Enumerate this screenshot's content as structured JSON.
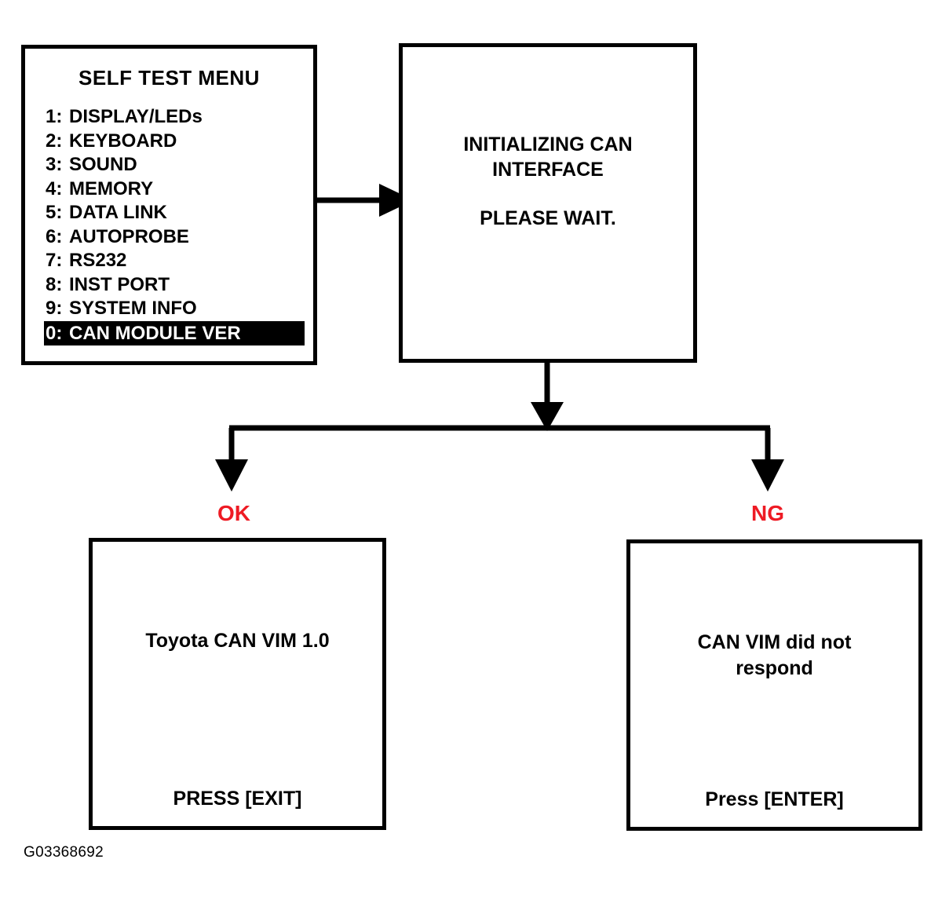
{
  "figure": {
    "caption_id": "G03368692",
    "accent_red": "#ee1b24",
    "line_color": "#000000",
    "background": "#ffffff"
  },
  "menu_screen": {
    "title": "SELF TEST MENU",
    "items": [
      {
        "key": "1:",
        "label": "DISPLAY/LEDs",
        "selected": false
      },
      {
        "key": "2:",
        "label": "KEYBOARD",
        "selected": false
      },
      {
        "key": "3:",
        "label": "SOUND",
        "selected": false
      },
      {
        "key": "4:",
        "label": "MEMORY",
        "selected": false
      },
      {
        "key": "5:",
        "label": "DATA LINK",
        "selected": false
      },
      {
        "key": "6:",
        "label": "AUTOPROBE",
        "selected": false
      },
      {
        "key": "7:",
        "label": "RS232",
        "selected": false
      },
      {
        "key": "8:",
        "label": "INST PORT",
        "selected": false
      },
      {
        "key": "9:",
        "label": "SYSTEM INFO",
        "selected": false
      },
      {
        "key": "0:",
        "label": "CAN MODULE VER",
        "selected": true
      }
    ]
  },
  "init_screen": {
    "line1": "INITIALIZING CAN",
    "line2": "INTERFACE",
    "line3": "PLEASE WAIT."
  },
  "ok_screen": {
    "branch_label": "OK",
    "message_line1": "Toyota CAN VIM 1.0",
    "footer": "PRESS [EXIT]"
  },
  "ng_screen": {
    "branch_label": "NG",
    "message_line1": "CAN VIM did not",
    "message_line2": "respond",
    "footer": "Press [ENTER]"
  }
}
